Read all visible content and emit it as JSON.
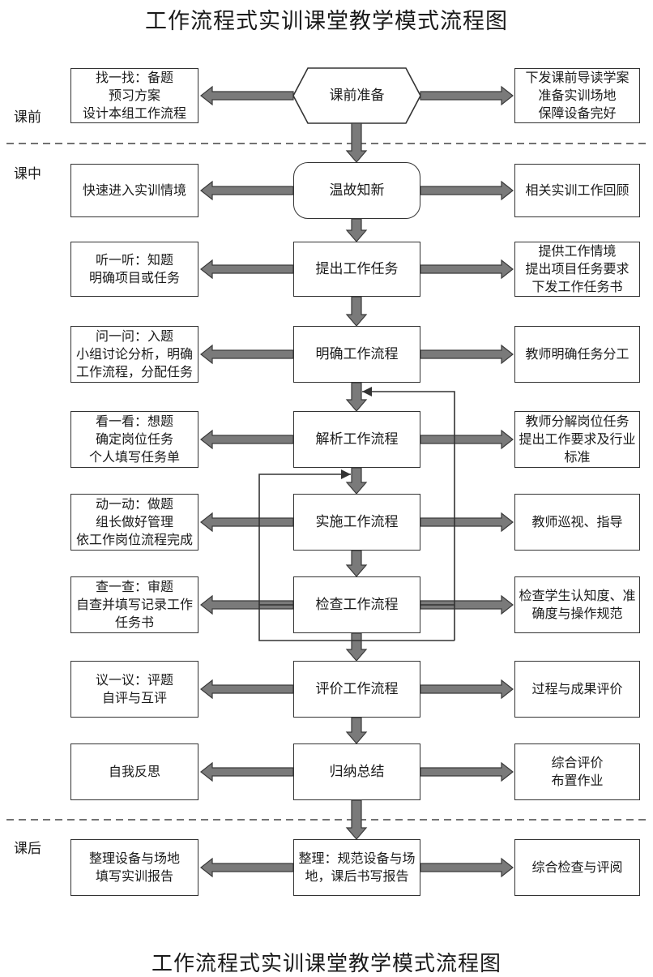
{
  "title": "工作流程式实训课堂教学模式流程图",
  "caption": "工作流程式实训课堂教学模式流程图",
  "sections": [
    {
      "id": "pre",
      "label": "课前"
    },
    {
      "id": "in",
      "label": "课中"
    },
    {
      "id": "post",
      "label": "课后"
    }
  ],
  "rows": [
    {
      "center": "课前准备",
      "shape": "hexagon",
      "left": "找一找：备题\n预习方案\n设计本组工作流程",
      "right": "下发课前导读学案\n准备实训场地\n保障设备完好"
    },
    {
      "center": "温故知新",
      "shape": "rounded",
      "left": "快速进入实训情境",
      "right": "相关实训工作回顾"
    },
    {
      "center": "提出工作任务",
      "shape": "rect",
      "left": "听一听：知题\n明确项目或任务",
      "right": "提供工作情境\n提出项目任务要求\n下发工作任务书"
    },
    {
      "center": "明确工作流程",
      "shape": "rect",
      "left": "问一问：入题\n小组讨论分析，明确\n工作流程，分配任务",
      "right": "教师明确任务分工"
    },
    {
      "center": "解析工作流程",
      "shape": "rect",
      "left": "看一看：想题\n确定岗位任务\n个人填写任务单",
      "right": "教师分解岗位任务\n提出工作要求及行业\n标准"
    },
    {
      "center": "实施工作流程",
      "shape": "rect",
      "left": "动一动：做题\n组长做好管理\n依工作岗位流程完成",
      "right": "教师巡视、指导"
    },
    {
      "center": "检查工作流程",
      "shape": "rect",
      "left": "查一查：审题\n自查并填写记录工作\n任务书",
      "right": "检查学生认知度、准\n确度与操作规范"
    },
    {
      "center": "评价工作流程",
      "shape": "rect",
      "left": "议一议：评题\n自评与互评",
      "right": "过程与成果评价"
    },
    {
      "center": "归纳总结",
      "shape": "rect",
      "left": "自我反思",
      "right": "综合评价\n布置作业"
    },
    {
      "center": "整理：规范设备与场\n地，课后书写报告",
      "shape": "rect",
      "left": "整理设备与场地\n填写实训报告",
      "right": "综合检查与评阅"
    }
  ],
  "colors": {
    "arrow_fill": "#7a7a7a",
    "arrow_stroke": "#3a3a3a",
    "border": "#333333",
    "dashed_line": "#444444"
  }
}
